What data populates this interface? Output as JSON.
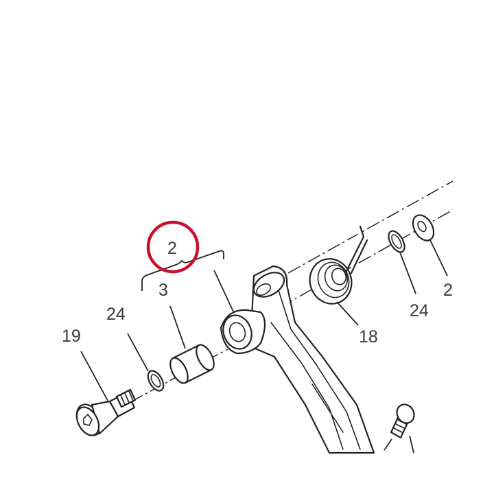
{
  "diagram": {
    "highlight_color": "#c8102e",
    "line_color": "#222222",
    "label_color": "#3a3a3a",
    "callouts": {
      "assembly": "2",
      "bushing": "3",
      "spring": "18",
      "bolt": "19",
      "washer_left": "24",
      "washer_right": "24",
      "cut_off": "2"
    },
    "highlighted_callout": "2"
  }
}
